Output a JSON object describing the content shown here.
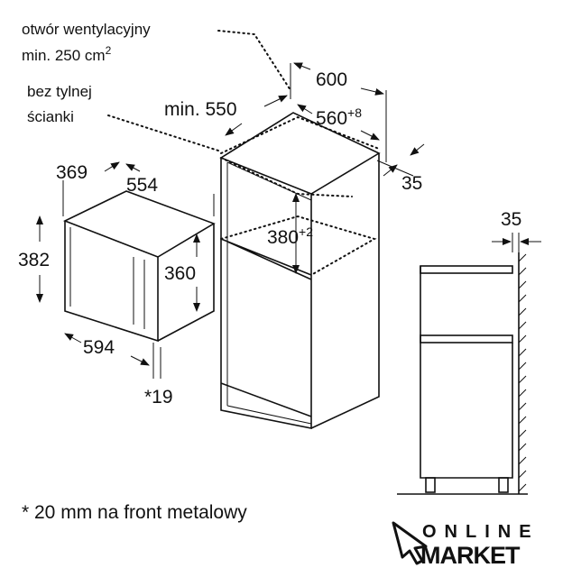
{
  "labels": {
    "vent_line1": "otwór wentylacyjny",
    "vent_line2": "min. 250 cm",
    "vent_sup": "2",
    "no_back_line1": "bez tylnej",
    "no_back_line2": "ścianki",
    "footnote": "* 20 mm na front metalowy"
  },
  "dimensions": {
    "cab_width": "600",
    "cab_depth_min": "min. 550",
    "niche_width": "560",
    "niche_width_tol": "+8",
    "gap_35": "35",
    "niche_height": "380",
    "niche_height_tol": "+2",
    "appl_depth": "369",
    "appl_width": "554",
    "appl_height": "382",
    "appl_inner_height": "360",
    "appl_front_width": "594",
    "appl_front_depth": "*19",
    "side_gap_35": "35"
  },
  "logo": {
    "line1": "ONLINE",
    "line2": "MARKET"
  }
}
